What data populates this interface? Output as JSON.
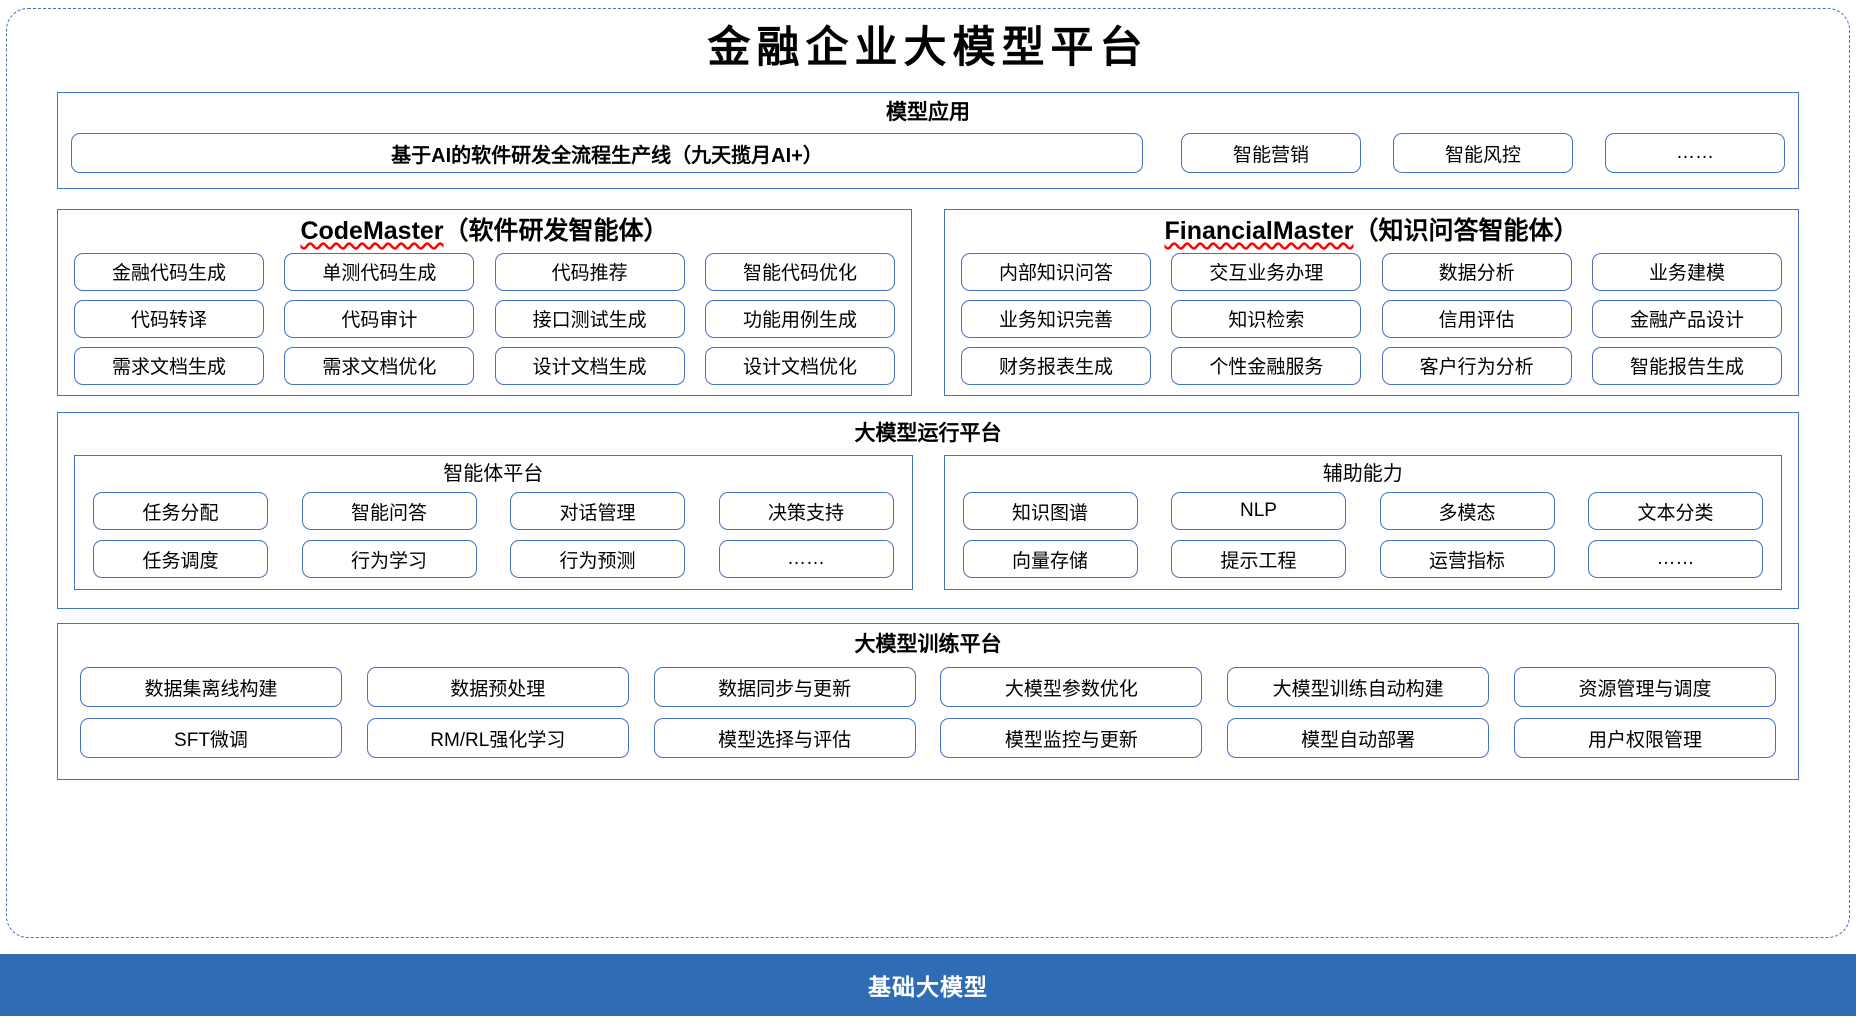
{
  "diagram": {
    "title": "金融企业大模型平台",
    "colors": {
      "accent_blue": "#4472c4",
      "base_bar_blue": "#2f6cb5",
      "spellcheck_red": "#ff0000",
      "background": "#ffffff"
    }
  },
  "applications": {
    "title": "模型应用",
    "banner": "基于AI的软件研发全流程生产线（九天揽月AI+）",
    "items": [
      "智能营销",
      "智能风控",
      "……"
    ]
  },
  "code_master": {
    "name": "CodeMaster",
    "suffix": "（软件研发智能体）",
    "rows": [
      [
        "金融代码生成",
        "单测代码生成",
        "代码推荐",
        "智能代码优化"
      ],
      [
        "代码转译",
        "代码审计",
        "接口测试生成",
        "功能用例生成"
      ],
      [
        "需求文档生成",
        "需求文档优化",
        "设计文档生成",
        "设计文档优化"
      ]
    ]
  },
  "financial_master": {
    "name": "FinancialMaster",
    "suffix": "（知识问答智能体）",
    "rows": [
      [
        "内部知识问答",
        "交互业务办理",
        "数据分析",
        "业务建模"
      ],
      [
        "业务知识完善",
        "知识检索",
        "信用评估",
        "金融产品设计"
      ],
      [
        "财务报表生成",
        "个性金融服务",
        "客户行为分析",
        "智能报告生成"
      ]
    ]
  },
  "runtime_platform": {
    "title": "大模型运行平台",
    "agent_platform": {
      "title": "智能体平台",
      "rows": [
        [
          "任务分配",
          "智能问答",
          "对话管理",
          "决策支持"
        ],
        [
          "任务调度",
          "行为学习",
          "行为预测",
          "……"
        ]
      ]
    },
    "auxiliary": {
      "title": "辅助能力",
      "rows": [
        [
          "知识图谱",
          "NLP",
          "多模态",
          "文本分类"
        ],
        [
          "向量存储",
          "提示工程",
          "运营指标",
          "……"
        ]
      ]
    }
  },
  "training_platform": {
    "title": "大模型训练平台",
    "rows": [
      [
        "数据集离线构建",
        "数据预处理",
        "数据同步与更新",
        "大模型参数优化",
        "大模型训练自动构建",
        "资源管理与调度"
      ],
      [
        "SFT微调",
        "RM/RL强化学习",
        "模型选择与评估",
        "模型监控与更新",
        "模型自动部署",
        "用户权限管理"
      ]
    ]
  },
  "base": {
    "label": "基础大模型"
  }
}
